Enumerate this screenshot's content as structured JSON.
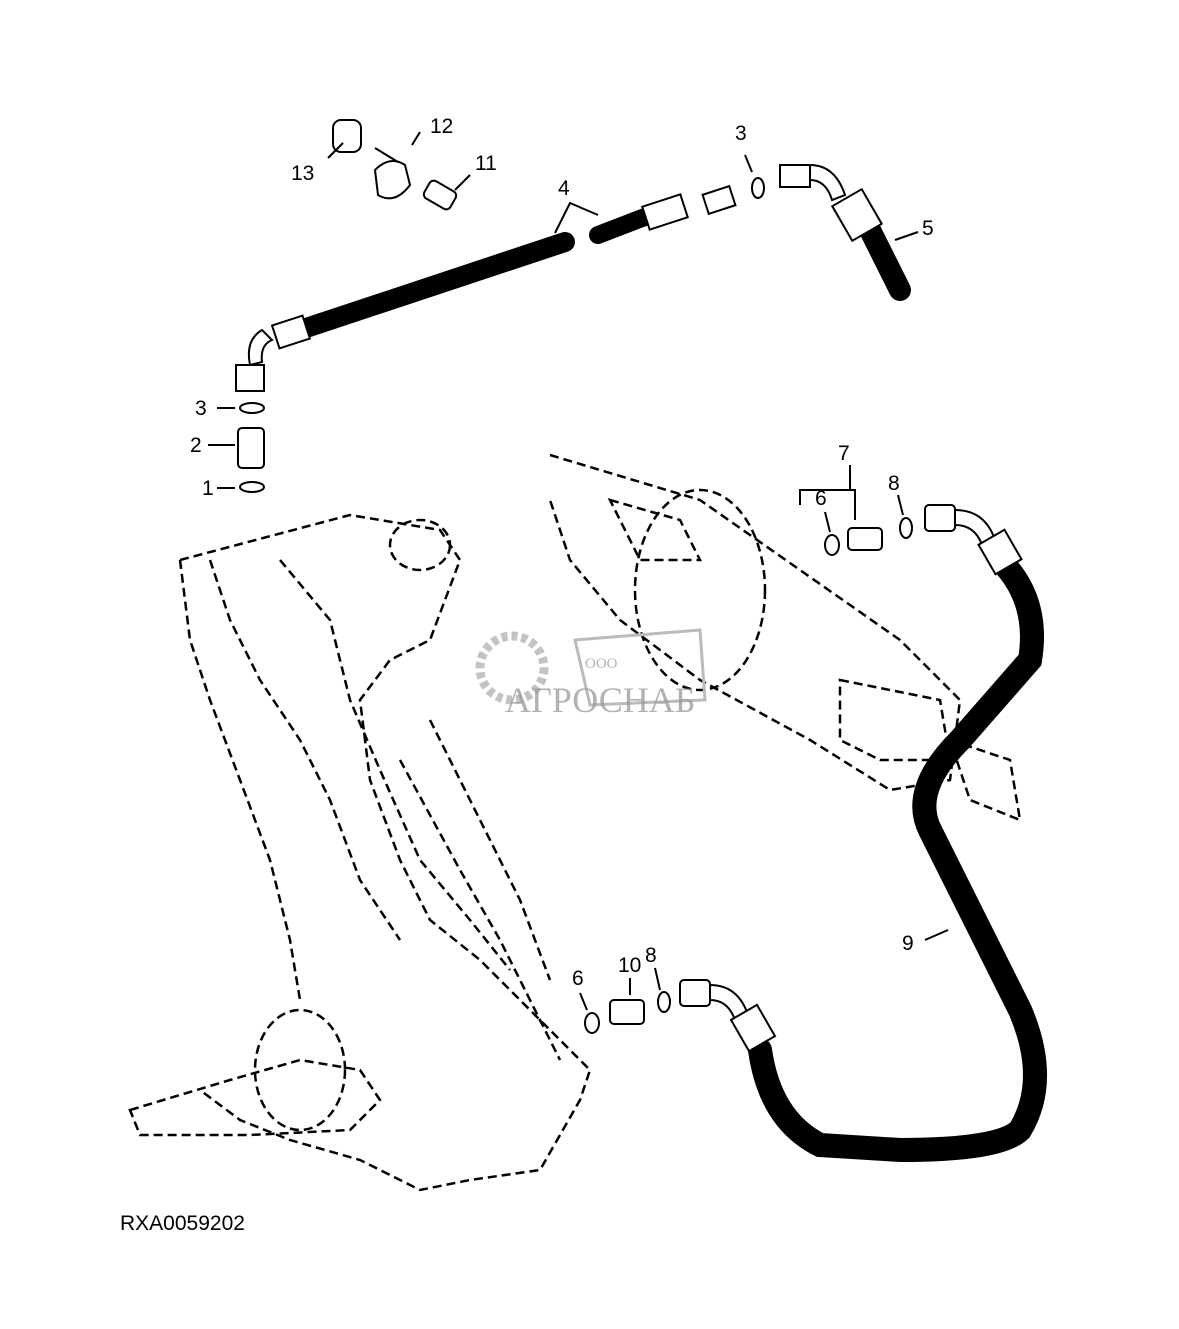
{
  "diagram": {
    "figure_id": "RXA0059202",
    "watermark": {
      "prefix": "ООО",
      "name": "АГРОСНАБ"
    },
    "callouts": {
      "c13": "13",
      "c12": "12",
      "c11": "11",
      "c4": "4",
      "c3_top": "3",
      "c5": "5",
      "c3_left": "3",
      "c2": "2",
      "c1": "1",
      "c7": "7",
      "c6_top": "6",
      "c8_top": "8",
      "c9": "9",
      "c6_bottom": "6",
      "c10": "10",
      "c8_bottom": "8"
    }
  }
}
